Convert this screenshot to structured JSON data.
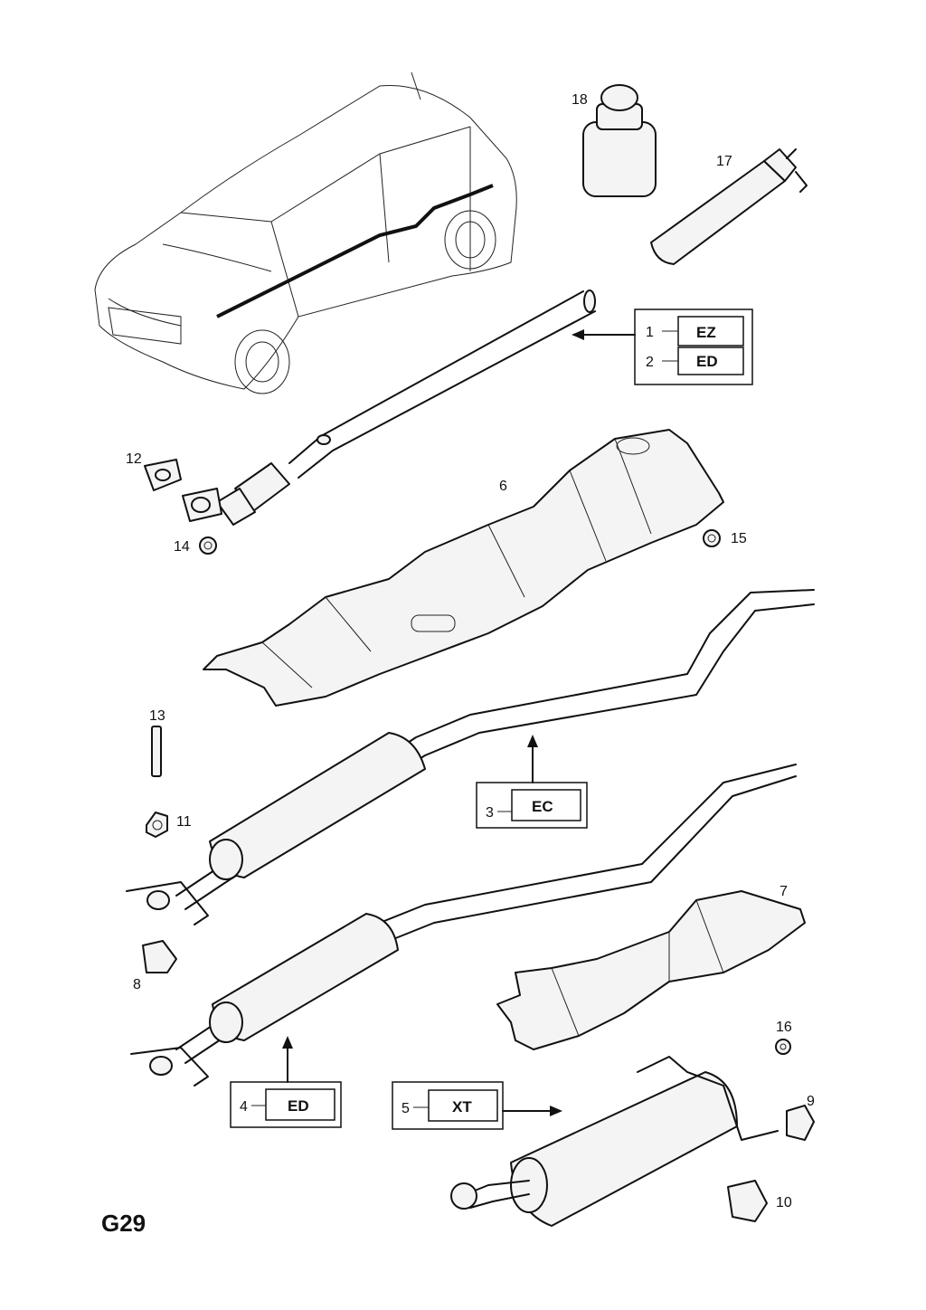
{
  "page_code": "G29",
  "callouts": [
    {
      "number": "1",
      "code": "EZ"
    },
    {
      "number": "2",
      "code": "ED"
    },
    {
      "number": "3",
      "code": "EC"
    },
    {
      "number": "4",
      "code": "ED"
    },
    {
      "number": "5",
      "code": "XT"
    }
  ],
  "part_labels": [
    "6",
    "7",
    "8",
    "9",
    "10",
    "11",
    "12",
    "13",
    "14",
    "15",
    "16",
    "17",
    "18"
  ]
}
